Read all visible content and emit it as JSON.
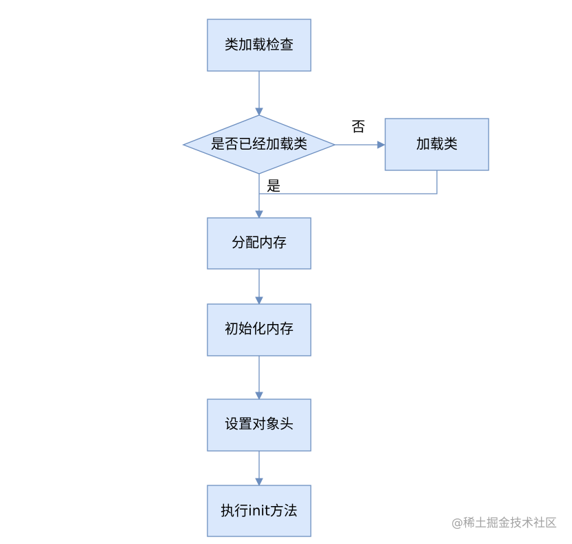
{
  "nodes": {
    "class_load_check": "类加载检查",
    "is_class_loaded": "是否已经加载类",
    "load_class": "加载类",
    "allocate_memory": "分配内存",
    "init_memory": "初始化内存",
    "set_object_header": "设置对象头",
    "execute_init": "执行init方法"
  },
  "edge_labels": {
    "no": "否",
    "yes": "是"
  },
  "watermark": "@稀土掘金技术社区",
  "colors": {
    "node_fill": "#dae8fc",
    "node_stroke": "#6c8ebf",
    "edge": "#6c8ebf"
  }
}
